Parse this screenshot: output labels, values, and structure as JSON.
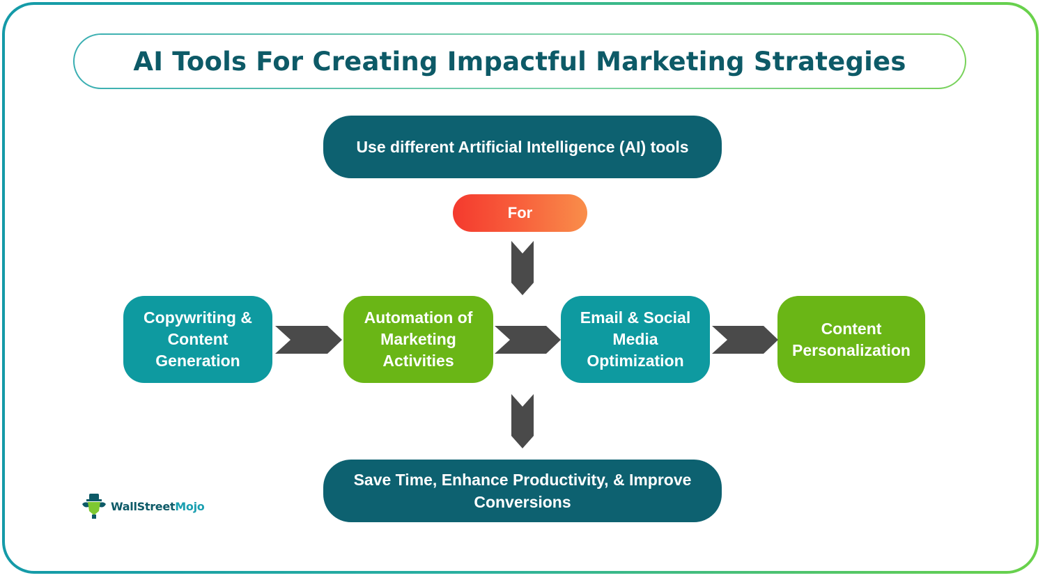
{
  "diagram": {
    "title": "AI Tools For Creating Impactful Marketing Strategies",
    "top_node": "Use different Artificial Intelligence (AI) tools",
    "connector": "For",
    "steps": [
      {
        "label": "Copywriting & Content Generation",
        "color": "#0e9aa0"
      },
      {
        "label": "Automation of Marketing Activities",
        "color": "#6ab616"
      },
      {
        "label": "Email & Social Media Optimization",
        "color": "#0e9aa0"
      },
      {
        "label": "Content Personalization",
        "color": "#6ab616"
      }
    ],
    "result_node": "Save Time, Enhance Productivity, & Improve Conversions"
  },
  "branding": {
    "logo_part1": "WallStreet",
    "logo_part2": "Mojo"
  },
  "colors": {
    "dark_teal": "#0d6170",
    "teal": "#0e9aa0",
    "green": "#6ab616",
    "for_gradient_start": "#f43a2e",
    "for_gradient_end": "#f98e4a",
    "arrow": "#4a4a4a",
    "title_text": "#0d5a67"
  }
}
